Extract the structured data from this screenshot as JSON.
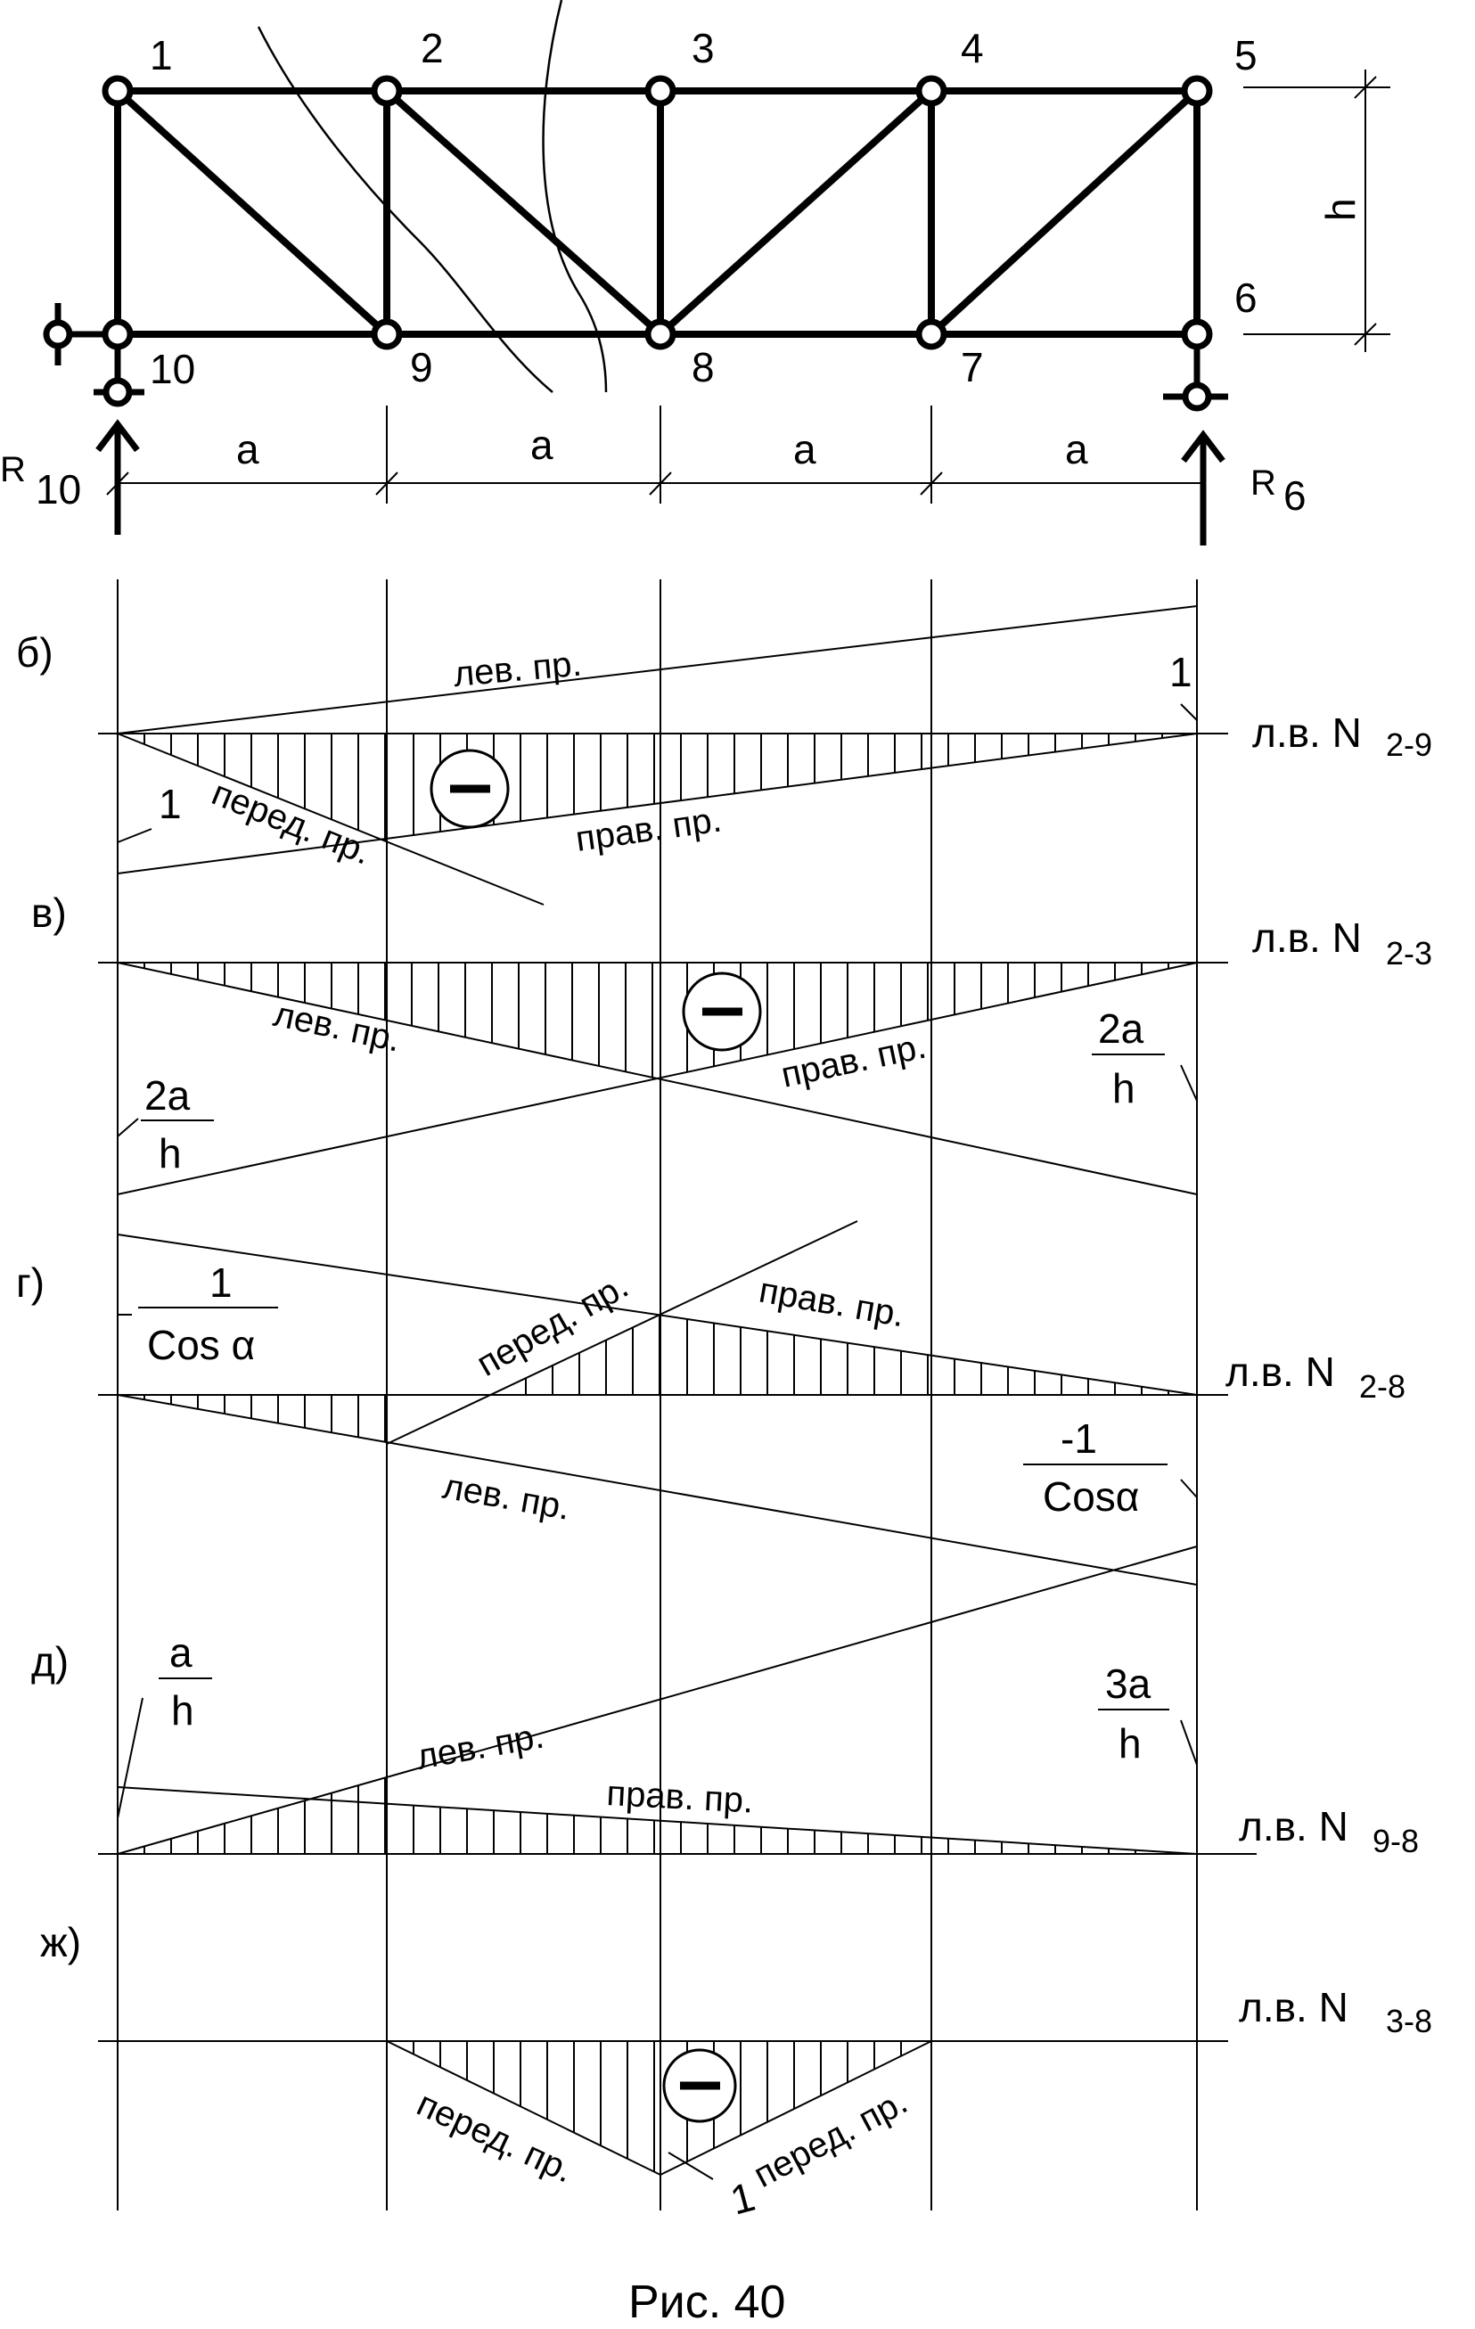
{
  "truss": {
    "nodes": [
      "1",
      "2",
      "3",
      "4",
      "5",
      "6",
      "7",
      "8",
      "9",
      "10"
    ],
    "dim_a": "a",
    "dim_h": "h",
    "reaction_left": {
      "base": "R",
      "sub": "10"
    },
    "reaction_right": {
      "base": "R",
      "sub": "6"
    }
  },
  "panels": {
    "b": {
      "letter": "б)",
      "name_base": "л.в. N",
      "name_sub": "2-9",
      "left_branch": "лев. пр.",
      "right_branch": "прав. пр.",
      "transfer": "перед. пр.",
      "value_left": "1",
      "value_right": "1",
      "sign": "−"
    },
    "v": {
      "letter": "в)",
      "name_base": "л.в. N",
      "name_sub": "2-3",
      "left_branch": "лев. пр.",
      "right_branch": "прав. пр.",
      "value_left_num": "2a",
      "value_left_den": "h",
      "value_right_num": "2a",
      "value_right_den": "h",
      "sign": "−"
    },
    "g": {
      "letter": "г)",
      "name_base": "л.в. N",
      "name_sub": "2-8",
      "left_branch": "лев. пр.",
      "right_branch": "прав. пр.",
      "transfer": "перед. пр.",
      "value_top_num": "1",
      "value_top_den": "Cos α",
      "value_bottom_num": "-1",
      "value_bottom_den": "Cosα"
    },
    "d": {
      "letter": "д)",
      "name_base": "л.в. N",
      "name_sub": "9-8",
      "left_branch": "лев. пр.",
      "right_branch": "прав. пр.",
      "value_left_num": "a",
      "value_left_den": "h",
      "value_right_num": "3a",
      "value_right_den": "h"
    },
    "zh": {
      "letter": "ж)",
      "name_base": "л.в. N",
      "name_sub": "3-8",
      "transfer_left": "перед. пр.",
      "transfer_right": "перед. пр.",
      "value": "1",
      "sign": "−"
    }
  },
  "caption": "Рис. 40",
  "colors": {
    "ink": "#000000",
    "paper": "#ffffff"
  }
}
